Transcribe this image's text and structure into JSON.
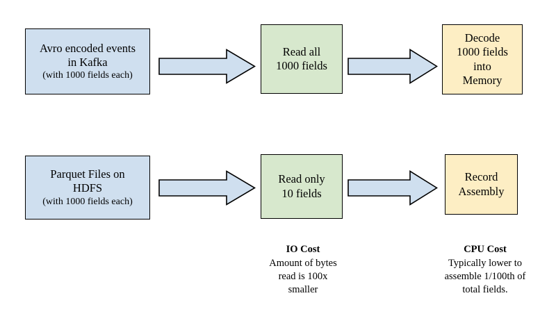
{
  "diagram": {
    "title": "Avro on Kafka vs Parquet on HDFS read-path comparison",
    "colors": {
      "box_blue": "#cfdfef",
      "box_green": "#d7e8cd",
      "box_cream": "#fdeec4",
      "arrow_fill": "#cfdfef",
      "outline": "#000000",
      "background": "#ffffff"
    },
    "rows": [
      {
        "id": "avro-row",
        "source": {
          "name": "avro-source-box",
          "lines": [
            "Avro encoded events",
            "in Kafka"
          ],
          "sub": "(with 1000 fields each)"
        },
        "arrow1": {
          "name": "arrow-avro-to-read"
        },
        "read": {
          "name": "read-all-fields-box",
          "lines": [
            "Read all",
            "1000 fields"
          ]
        },
        "arrow2": {
          "name": "arrow-read-to-decode"
        },
        "cpu": {
          "name": "decode-memory-box",
          "lines": [
            "Decode",
            "1000 fields",
            "into",
            "Memory"
          ]
        }
      },
      {
        "id": "parquet-row",
        "source": {
          "name": "parquet-source-box",
          "lines": [
            "Parquet Files on",
            "HDFS"
          ],
          "sub": "(with 1000 fields each)"
        },
        "arrow1": {
          "name": "arrow-parquet-to-read"
        },
        "read": {
          "name": "read-only-10-fields-box",
          "lines": [
            "Read only",
            "10 fields"
          ]
        },
        "arrow2": {
          "name": "arrow-read-to-record-assembly"
        },
        "cpu": {
          "name": "record-assembly-box",
          "lines": [
            "Record",
            "Assembly"
          ]
        }
      }
    ],
    "captions": [
      {
        "name": "io-cost-caption",
        "title": "IO Cost",
        "lines": [
          "Amount of bytes",
          "read is 100x",
          "smaller"
        ]
      },
      {
        "name": "cpu-cost-caption",
        "title": "CPU Cost",
        "lines": [
          "Typically lower to",
          "assemble 1/100th of",
          "total fields."
        ]
      }
    ]
  }
}
